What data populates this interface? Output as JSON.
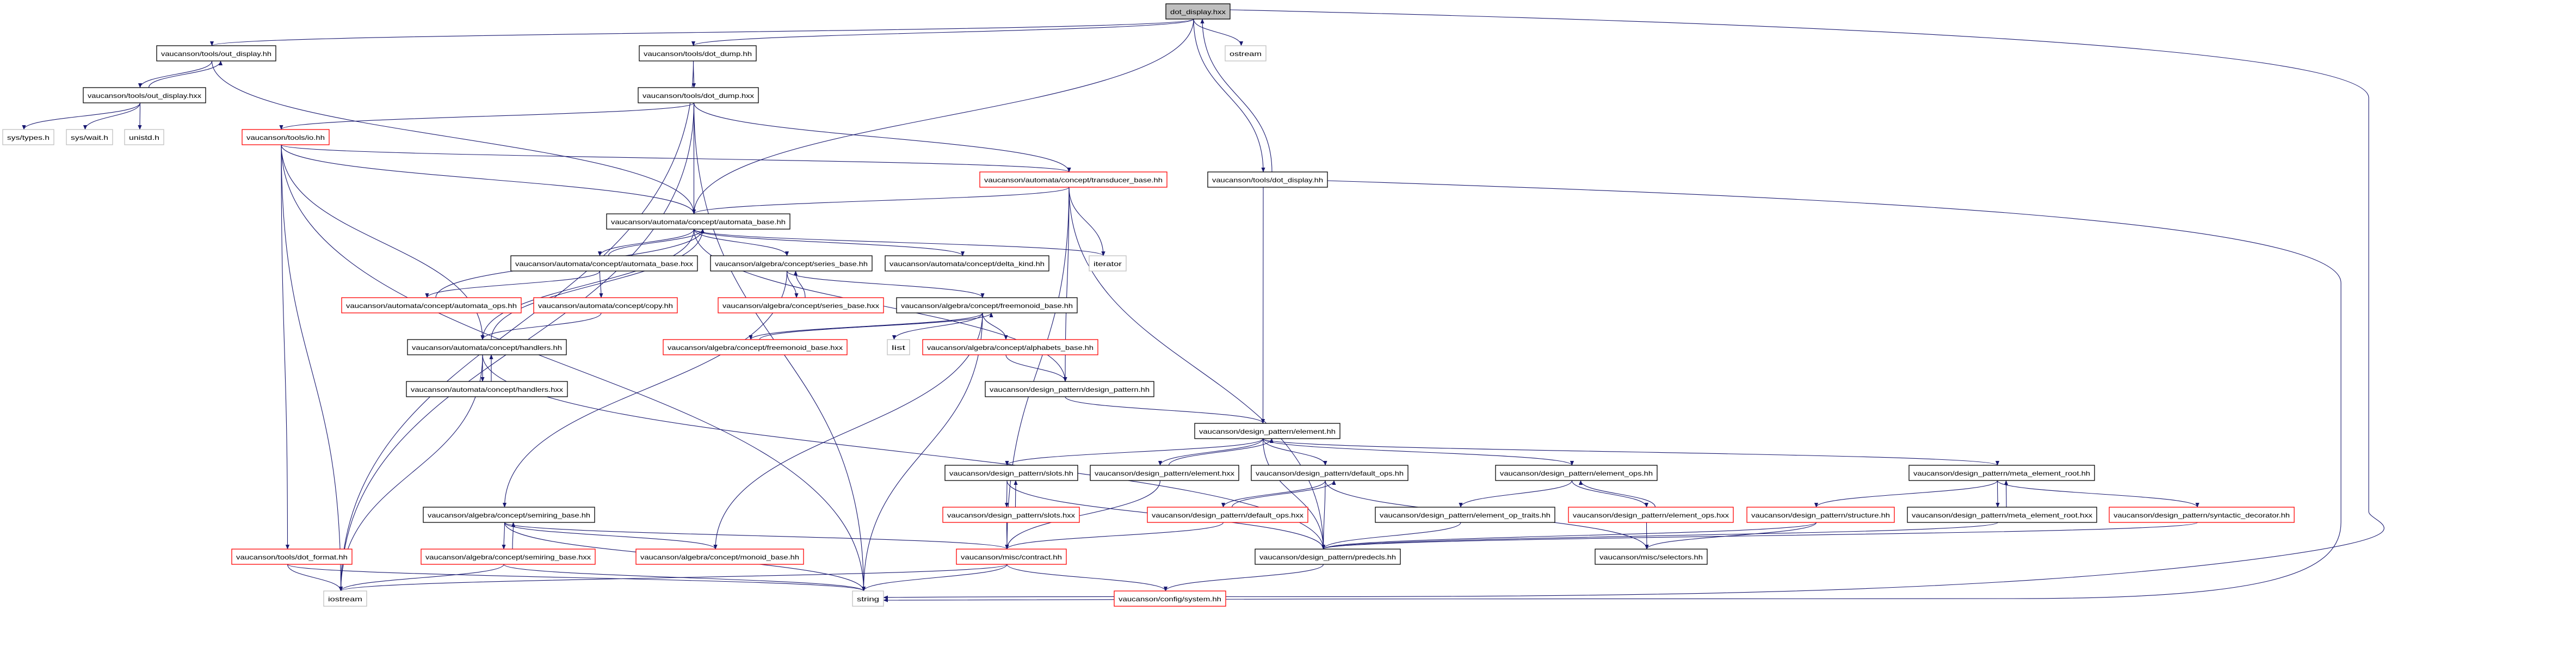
{
  "graph": {
    "colors": {
      "edge": "#191970",
      "normal_border": "#000000",
      "red_border": "#ff0000",
      "external_border": "#bfbfbf",
      "root_fill": "#bfbfbf"
    },
    "nodes": [
      {
        "id": "dot_display_hxx",
        "label": "dot_display.hxx",
        "kind": "root"
      },
      {
        "id": "out_display_hh",
        "label": "vaucanson/tools/out_display.hh",
        "kind": "normal"
      },
      {
        "id": "dot_dump_hh",
        "label": "vaucanson/tools/dot_dump.hh",
        "kind": "normal"
      },
      {
        "id": "ostream",
        "label": "ostream",
        "kind": "ext"
      },
      {
        "id": "out_display_hxx",
        "label": "vaucanson/tools/out_display.hxx",
        "kind": "normal"
      },
      {
        "id": "dot_dump_hxx",
        "label": "vaucanson/tools/dot_dump.hxx",
        "kind": "normal"
      },
      {
        "id": "sys_types",
        "label": "sys/types.h",
        "kind": "ext"
      },
      {
        "id": "sys_wait",
        "label": "sys/wait.h",
        "kind": "ext"
      },
      {
        "id": "unistd",
        "label": "unistd.h",
        "kind": "ext"
      },
      {
        "id": "io_hh",
        "label": "vaucanson/tools/io.hh",
        "kind": "red"
      },
      {
        "id": "transducer_base_hh",
        "label": "vaucanson/automata/concept/transducer_base.hh",
        "kind": "red"
      },
      {
        "id": "dot_display_hh",
        "label": "vaucanson/tools/dot_display.hh",
        "kind": "normal"
      },
      {
        "id": "automata_base_hh",
        "label": "vaucanson/automata/concept/automata_base.hh",
        "kind": "normal"
      },
      {
        "id": "automata_base_hxx",
        "label": "vaucanson/automata/concept/automata_base.hxx",
        "kind": "normal"
      },
      {
        "id": "series_base_hh",
        "label": "vaucanson/algebra/concept/series_base.hh",
        "kind": "normal"
      },
      {
        "id": "delta_kind_hh",
        "label": "vaucanson/automata/concept/delta_kind.hh",
        "kind": "normal"
      },
      {
        "id": "iterator",
        "label": "iterator",
        "kind": "ext"
      },
      {
        "id": "automata_ops_hh",
        "label": "vaucanson/automata/concept/automata_ops.hh",
        "kind": "red"
      },
      {
        "id": "copy_hh",
        "label": "vaucanson/automata/concept/copy.hh",
        "kind": "red"
      },
      {
        "id": "series_base_hxx",
        "label": "vaucanson/algebra/concept/series_base.hxx",
        "kind": "red"
      },
      {
        "id": "freemonoid_base_hh",
        "label": "vaucanson/algebra/concept/freemonoid_base.hh",
        "kind": "normal"
      },
      {
        "id": "handlers_hh",
        "label": "vaucanson/automata/concept/handlers.hh",
        "kind": "normal"
      },
      {
        "id": "freemonoid_base_hxx",
        "label": "vaucanson/algebra/concept/freemonoid_base.hxx",
        "kind": "red"
      },
      {
        "id": "list",
        "label": "list",
        "kind": "ext"
      },
      {
        "id": "alphabets_base_hh",
        "label": "vaucanson/algebra/concept/alphabets_base.hh",
        "kind": "red"
      },
      {
        "id": "handlers_hxx",
        "label": "vaucanson/automata/concept/handlers.hxx",
        "kind": "normal"
      },
      {
        "id": "design_pattern_hh",
        "label": "vaucanson/design_pattern/design_pattern.hh",
        "kind": "normal"
      },
      {
        "id": "element_hh",
        "label": "vaucanson/design_pattern/element.hh",
        "kind": "normal"
      },
      {
        "id": "slots_hh",
        "label": "vaucanson/design_pattern/slots.hh",
        "kind": "normal"
      },
      {
        "id": "element_hxx",
        "label": "vaucanson/design_pattern/element.hxx",
        "kind": "normal"
      },
      {
        "id": "default_ops_hh",
        "label": "vaucanson/design_pattern/default_ops.hh",
        "kind": "normal"
      },
      {
        "id": "element_ops_hh",
        "label": "vaucanson/design_pattern/element_ops.hh",
        "kind": "normal"
      },
      {
        "id": "meta_element_root_hh",
        "label": "vaucanson/design_pattern/meta_element_root.hh",
        "kind": "normal"
      },
      {
        "id": "semiring_base_hh",
        "label": "vaucanson/algebra/concept/semiring_base.hh",
        "kind": "normal"
      },
      {
        "id": "slots_hxx",
        "label": "vaucanson/design_pattern/slots.hxx",
        "kind": "red"
      },
      {
        "id": "default_ops_hxx",
        "label": "vaucanson/design_pattern/default_ops.hxx",
        "kind": "red"
      },
      {
        "id": "element_op_traits_hh",
        "label": "vaucanson/design_pattern/element_op_traits.hh",
        "kind": "normal"
      },
      {
        "id": "element_ops_hxx",
        "label": "vaucanson/design_pattern/element_ops.hxx",
        "kind": "red"
      },
      {
        "id": "structure_hh",
        "label": "vaucanson/design_pattern/structure.hh",
        "kind": "red"
      },
      {
        "id": "meta_element_root_hxx",
        "label": "vaucanson/design_pattern/meta_element_root.hxx",
        "kind": "normal"
      },
      {
        "id": "syntactic_decorator_hh",
        "label": "vaucanson/design_pattern/syntactic_decorator.hh",
        "kind": "red"
      },
      {
        "id": "dot_format_hh",
        "label": "vaucanson/tools/dot_format.hh",
        "kind": "red"
      },
      {
        "id": "semiring_base_hxx",
        "label": "vaucanson/algebra/concept/semiring_base.hxx",
        "kind": "red"
      },
      {
        "id": "monoid_base_hh",
        "label": "vaucanson/algebra/concept/monoid_base.hh",
        "kind": "red"
      },
      {
        "id": "contract_hh",
        "label": "vaucanson/misc/contract.hh",
        "kind": "red"
      },
      {
        "id": "predecls_hh",
        "label": "vaucanson/design_pattern/predecls.hh",
        "kind": "normal"
      },
      {
        "id": "selectors_hh",
        "label": "vaucanson/misc/selectors.hh",
        "kind": "normal"
      },
      {
        "id": "iostream",
        "label": "iostream",
        "kind": "ext"
      },
      {
        "id": "string",
        "label": "string",
        "kind": "ext"
      },
      {
        "id": "system_hh",
        "label": "vaucanson/config/system.hh",
        "kind": "red"
      }
    ],
    "edges": [
      [
        "dot_display_hxx",
        "out_display_hh"
      ],
      [
        "dot_display_hxx",
        "dot_dump_hh"
      ],
      [
        "dot_display_hxx",
        "automata_base_hh"
      ],
      [
        "dot_display_hxx",
        "ostream"
      ],
      [
        "dot_display_hxx",
        "dot_display_hh"
      ],
      [
        "dot_display_hh",
        "dot_display_hxx"
      ],
      [
        "dot_display_hh",
        "element_hh"
      ],
      [
        "dot_display_hxx",
        "string"
      ],
      [
        "dot_display_hh",
        "string"
      ],
      [
        "out_display_hh",
        "out_display_hxx"
      ],
      [
        "out_display_hxx",
        "out_display_hh"
      ],
      [
        "out_display_hxx",
        "sys_types"
      ],
      [
        "out_display_hxx",
        "sys_wait"
      ],
      [
        "out_display_hxx",
        "unistd"
      ],
      [
        "out_display_hh",
        "automata_base_hh"
      ],
      [
        "dot_dump_hh",
        "dot_dump_hxx"
      ],
      [
        "dot_dump_hh",
        "iostream"
      ],
      [
        "dot_dump_hxx",
        "io_hh"
      ],
      [
        "dot_dump_hxx",
        "automata_base_hh"
      ],
      [
        "dot_dump_hxx",
        "transducer_base_hh"
      ],
      [
        "dot_dump_hxx",
        "iostream"
      ],
      [
        "dot_dump_hxx",
        "string"
      ],
      [
        "io_hh",
        "automata_base_hh"
      ],
      [
        "io_hh",
        "transducer_base_hh"
      ],
      [
        "io_hh",
        "handlers_hh"
      ],
      [
        "io_hh",
        "iostream"
      ],
      [
        "io_hh",
        "string"
      ],
      [
        "io_hh",
        "dot_format_hh"
      ],
      [
        "transducer_base_hh",
        "automata_base_hh"
      ],
      [
        "transducer_base_hh",
        "iterator"
      ],
      [
        "transducer_base_hh",
        "design_pattern_hh"
      ],
      [
        "transducer_base_hh",
        "predecls_hh"
      ],
      [
        "transducer_base_hh",
        "contract_hh"
      ],
      [
        "automata_base_hh",
        "automata_base_hxx"
      ],
      [
        "automata_base_hxx",
        "automata_base_hh"
      ],
      [
        "automata_base_hh",
        "series_base_hh"
      ],
      [
        "automata_base_hh",
        "delta_kind_hh"
      ],
      [
        "automata_base_hh",
        "iterator"
      ],
      [
        "automata_base_hh",
        "design_pattern_hh"
      ],
      [
        "automata_base_hh",
        "handlers_hh"
      ],
      [
        "automata_base_hxx",
        "automata_ops_hh"
      ],
      [
        "automata_base_hxx",
        "copy_hh"
      ],
      [
        "automata_ops_hh",
        "automata_base_hh"
      ],
      [
        "copy_hh",
        "handlers_hh"
      ],
      [
        "handlers_hh",
        "handlers_hxx"
      ],
      [
        "handlers_hxx",
        "handlers_hh"
      ],
      [
        "handlers_hh",
        "automata_base_hh"
      ],
      [
        "handlers_hh",
        "iostream"
      ],
      [
        "handlers_hh",
        "predecls_hh"
      ],
      [
        "series_base_hh",
        "series_base_hxx"
      ],
      [
        "series_base_hxx",
        "series_base_hh"
      ],
      [
        "series_base_hh",
        "freemonoid_base_hh"
      ],
      [
        "series_base_hh",
        "semiring_base_hh"
      ],
      [
        "freemonoid_base_hh",
        "freemonoid_base_hxx"
      ],
      [
        "freemonoid_base_hxx",
        "freemonoid_base_hh"
      ],
      [
        "freemonoid_base_hh",
        "list"
      ],
      [
        "freemonoid_base_hh",
        "alphabets_base_hh"
      ],
      [
        "freemonoid_base_hh",
        "string"
      ],
      [
        "freemonoid_base_hh",
        "monoid_base_hh"
      ],
      [
        "alphabets_base_hh",
        "design_pattern_hh"
      ],
      [
        "design_pattern_hh",
        "element_hh"
      ],
      [
        "element_hh",
        "slots_hh"
      ],
      [
        "element_hh",
        "element_hxx"
      ],
      [
        "element_hxx",
        "element_hh"
      ],
      [
        "element_hh",
        "default_ops_hh"
      ],
      [
        "element_hh",
        "element_ops_hh"
      ],
      [
        "element_hh",
        "meta_element_root_hh"
      ],
      [
        "element_hh",
        "predecls_hh"
      ],
      [
        "element_hxx",
        "contract_hh"
      ],
      [
        "slots_hh",
        "slots_hxx"
      ],
      [
        "slots_hxx",
        "slots_hh"
      ],
      [
        "slots_hh",
        "predecls_hh"
      ],
      [
        "slots_hxx",
        "contract_hh"
      ],
      [
        "default_ops_hh",
        "default_ops_hxx"
      ],
      [
        "default_ops_hxx",
        "default_ops_hh"
      ],
      [
        "default_ops_hh",
        "predecls_hh"
      ],
      [
        "default_ops_hh",
        "selectors_hh"
      ],
      [
        "default_ops_hxx",
        "contract_hh"
      ],
      [
        "element_ops_hh",
        "element_op_traits_hh"
      ],
      [
        "element_ops_hh",
        "element_ops_hxx"
      ],
      [
        "element_ops_hxx",
        "element_ops_hh"
      ],
      [
        "element_op_traits_hh",
        "predecls_hh"
      ],
      [
        "element_ops_hxx",
        "selectors_hh"
      ],
      [
        "meta_element_root_hh",
        "structure_hh"
      ],
      [
        "meta_element_root_hh",
        "meta_element_root_hxx"
      ],
      [
        "meta_element_root_hxx",
        "meta_element_root_hh"
      ],
      [
        "meta_element_root_hh",
        "syntactic_decorator_hh"
      ],
      [
        "structure_hh",
        "predecls_hh"
      ],
      [
        "structure_hh",
        "selectors_hh"
      ],
      [
        "meta_element_root_hxx",
        "predecls_hh"
      ],
      [
        "syntactic_decorator_hh",
        "predecls_hh"
      ],
      [
        "semiring_base_hh",
        "semiring_base_hxx"
      ],
      [
        "semiring_base_hxx",
        "semiring_base_hh"
      ],
      [
        "semiring_base_hh",
        "monoid_base_hh"
      ],
      [
        "semiring_base_hh",
        "contract_hh"
      ],
      [
        "semiring_base_hh",
        "string"
      ],
      [
        "semiring_base_hxx",
        "iostream"
      ],
      [
        "semiring_base_hxx",
        "string"
      ],
      [
        "dot_format_hh",
        "iostream"
      ],
      [
        "dot_format_hh",
        "string"
      ],
      [
        "contract_hh",
        "iostream"
      ],
      [
        "contract_hh",
        "string"
      ],
      [
        "contract_hh",
        "system_hh"
      ],
      [
        "predecls_hh",
        "system_hh"
      ]
    ]
  }
}
